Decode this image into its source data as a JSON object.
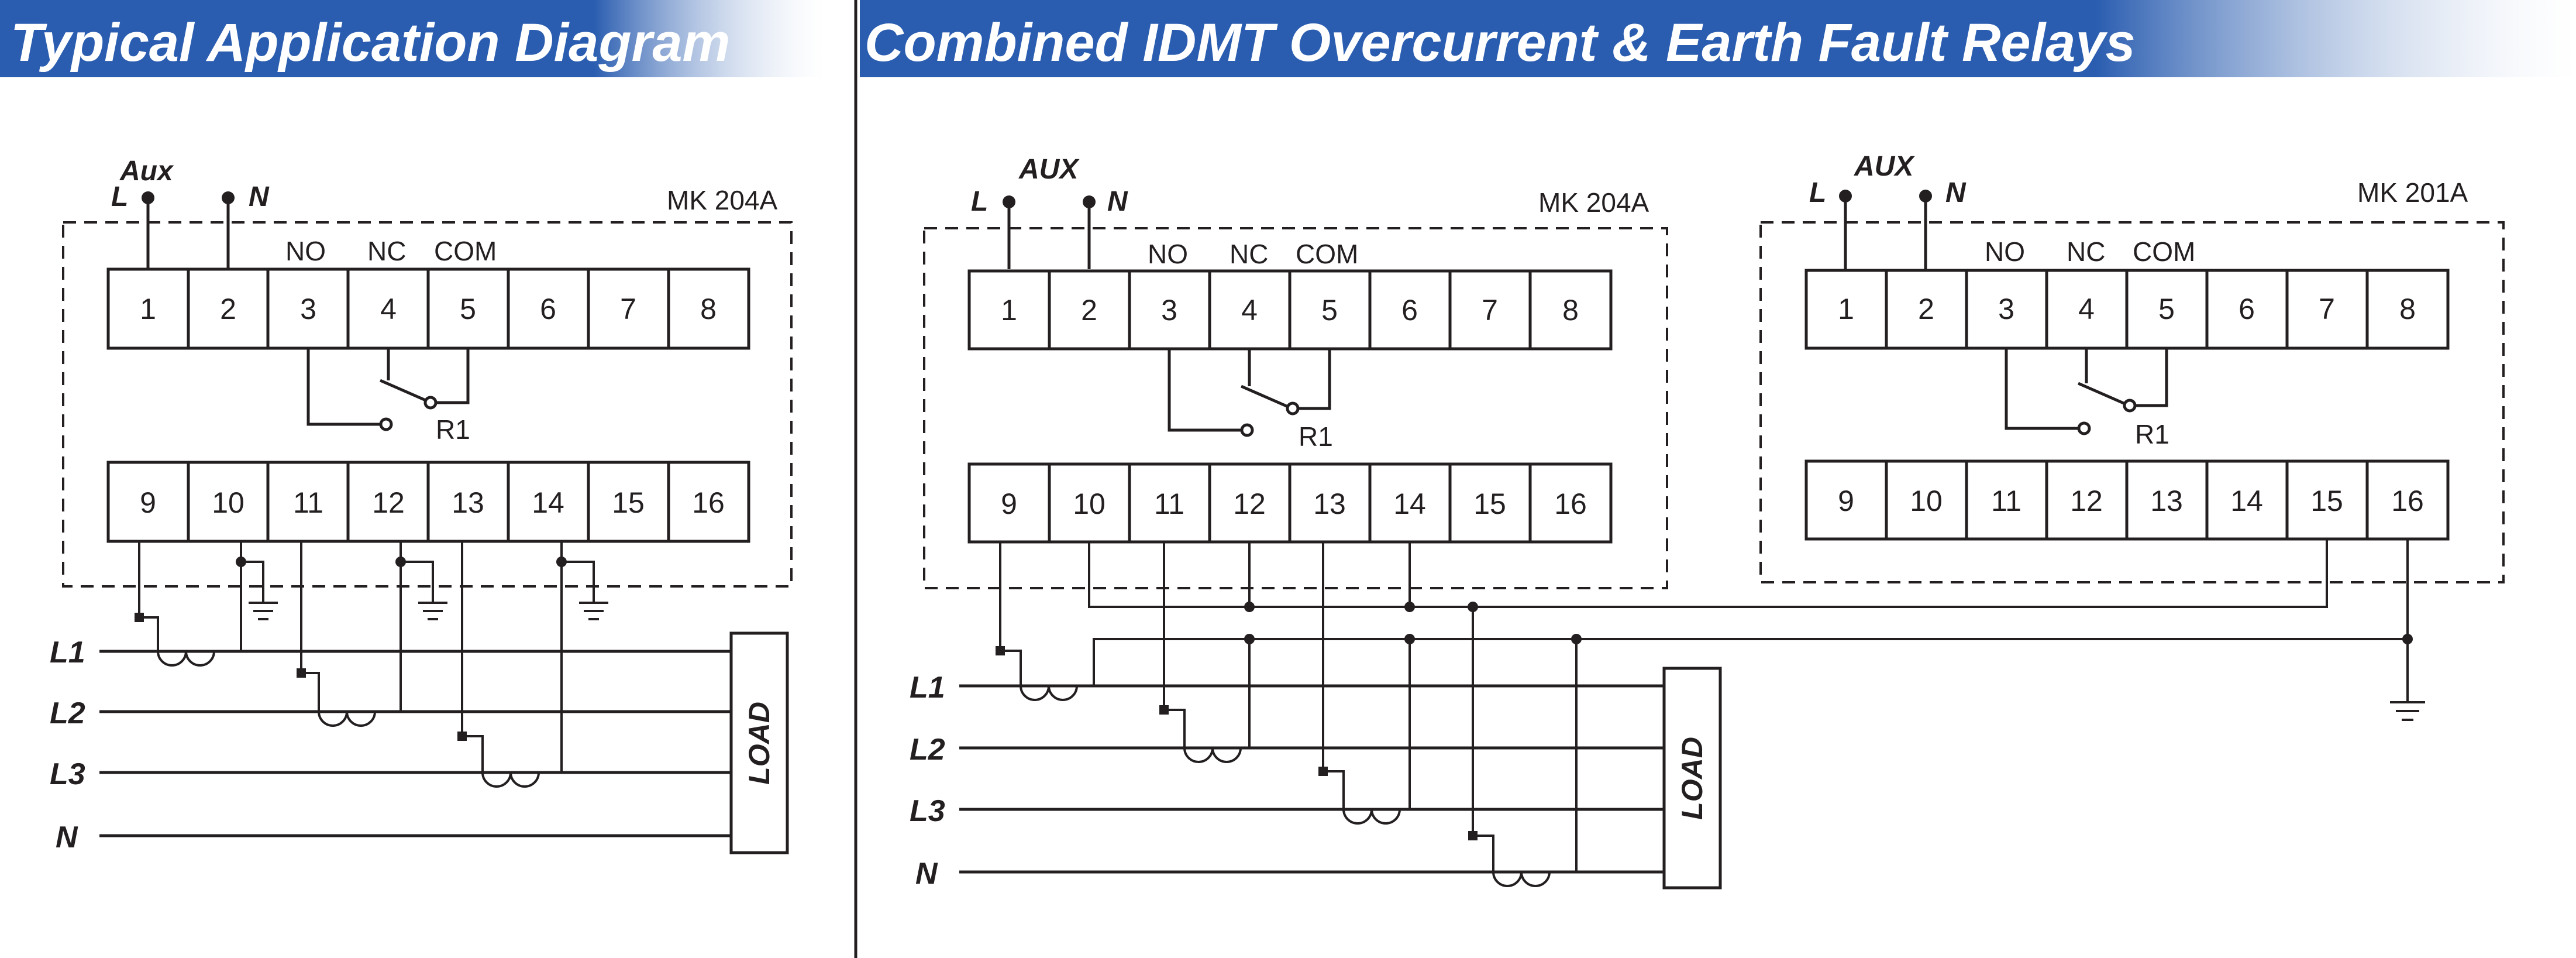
{
  "left": {
    "title": "Typical Application Diagram",
    "relay": {
      "model": "MK 204A",
      "aux_label": "Aux",
      "l_label": "L",
      "n_label": "N",
      "contacts": [
        "NO",
        "NC",
        "COM"
      ],
      "relay_label": "R1",
      "top_terminals": [
        "1",
        "2",
        "3",
        "4",
        "5",
        "6",
        "7",
        "8"
      ],
      "bottom_terminals": [
        "9",
        "10",
        "11",
        "12",
        "13",
        "14",
        "15",
        "16"
      ]
    },
    "lines": [
      "L1",
      "L2",
      "L3",
      "N"
    ],
    "load_label": "LOAD"
  },
  "right": {
    "title": "Combined  IDMT Overcurrent & Earth Fault Relays",
    "relay_a": {
      "model": "MK 204A",
      "aux_label": "AUX",
      "l_label": "L",
      "n_label": "N",
      "contacts": [
        "NO",
        "NC",
        "COM"
      ],
      "relay_label": "R1",
      "top_terminals": [
        "1",
        "2",
        "3",
        "4",
        "5",
        "6",
        "7",
        "8"
      ],
      "bottom_terminals": [
        "9",
        "10",
        "11",
        "12",
        "13",
        "14",
        "15",
        "16"
      ]
    },
    "relay_b": {
      "model": "MK 201A",
      "aux_label": "AUX",
      "l_label": "L",
      "n_label": "N",
      "contacts": [
        "NO",
        "NC",
        "COM"
      ],
      "relay_label": "R1",
      "top_terminals": [
        "1",
        "2",
        "3",
        "4",
        "5",
        "6",
        "7",
        "8"
      ],
      "bottom_terminals": [
        "9",
        "10",
        "11",
        "12",
        "13",
        "14",
        "15",
        "16"
      ]
    },
    "lines": [
      "L1",
      "L2",
      "L3",
      "N"
    ],
    "load_label": "LOAD"
  },
  "colors": {
    "banner": "#2a5db0",
    "ink": "#231f20",
    "background": "#ffffff"
  }
}
